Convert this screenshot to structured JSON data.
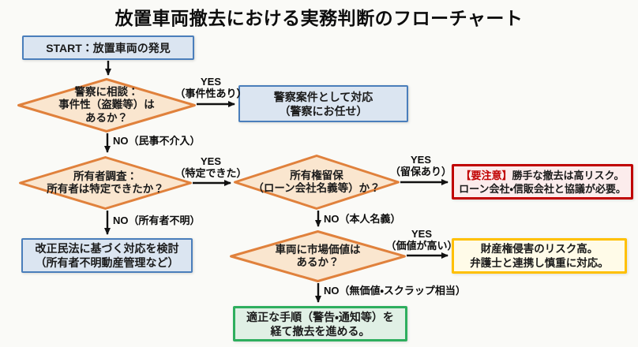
{
  "title": "放置車両撤去における実務判断のフローチャート",
  "nodes": {
    "start": {
      "text": "START：放置車両の発見"
    },
    "incident": {
      "text": "警察に相談：\n事件性（盗難等）は\nあるか？"
    },
    "police": {
      "text": "警察案件として対応\n（警察にお任せ）"
    },
    "owner": {
      "text": "所有者調査：\n所有者は特定できたか？"
    },
    "civil": {
      "text": "改正民法に基づく対応を検討\n（所有者不明動産管理など）"
    },
    "retention": {
      "text": "所有権留保\n（ローン会社名義等）か？"
    },
    "warning": {
      "prefix": "【要注意】",
      "line1": "勝手な撤去は高リスク。",
      "line2": "ローン会社・信販会社と協議が必要。"
    },
    "value": {
      "text": "車両に市場価値は\nあるか？"
    },
    "attorney": {
      "text": "財産権侵害のリスク高。\n弁護士と連携し慎重に対応。"
    },
    "proceed": {
      "text": "適正な手順（警告・通知等）を\n経て撤去を進める。"
    }
  },
  "labels": {
    "yes1": "YES\n（事件性あり）",
    "no1": "NO（民事不介入）",
    "yes2": "YES\n（特定できた）",
    "no2": "NO（所有者不明）",
    "yes3": "YES\n（留保あり）",
    "no3": "NO（本人名義）",
    "yes4": "YES\n（価値が高い）",
    "no4": "NO（無価値・スクラップ相当）"
  },
  "colors": {
    "background": "#fafaf7",
    "blue_border": "#4a7ebb",
    "blue_fill": "#dbe5f1",
    "orange_border": "#e0813c",
    "orange_fill": "#fae6cf",
    "red_border": "#c00000",
    "red_fill": "#fcecec",
    "red_text": "#c00000",
    "yellow_border": "#ffc000",
    "yellow_fill": "#fffbe8",
    "green_border": "#2eae5e",
    "green_fill": "#e0f0e5",
    "arrow": "#111111"
  }
}
